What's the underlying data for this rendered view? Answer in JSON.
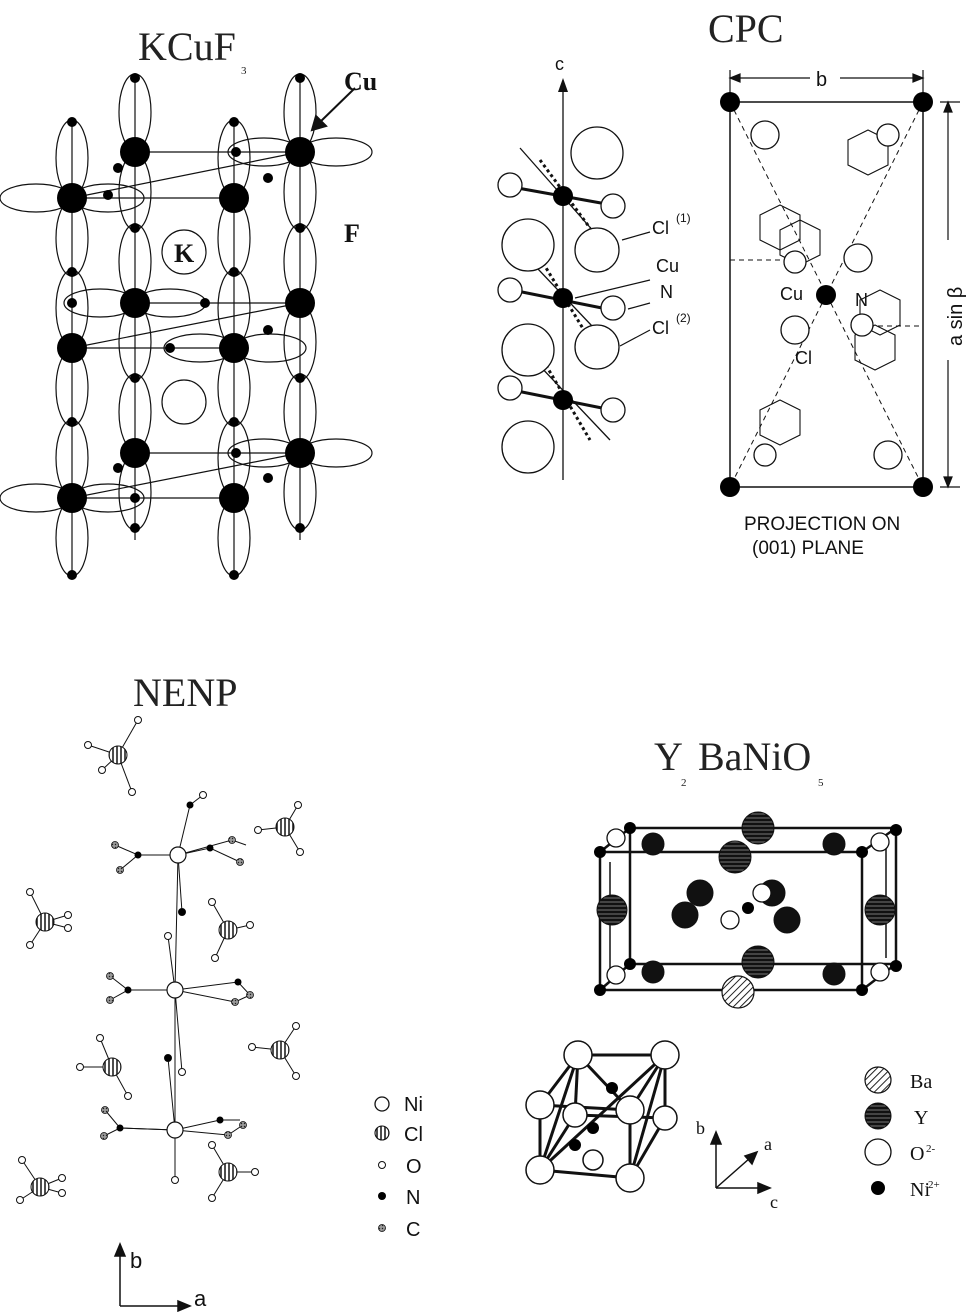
{
  "panels": {
    "kcuf3": {
      "title_main": "KCuF",
      "title_sub": "3",
      "label_cu": "Cu",
      "label_f": "F",
      "label_k": "K"
    },
    "cpc": {
      "title": "CPC",
      "axis_c": "c",
      "label_cl1": "Cl",
      "label_cl1_sup": "(1)",
      "label_cu": "Cu",
      "label_n": "N",
      "label_cl2": "Cl",
      "label_cl2_sup": "(2)",
      "dim_b": "b",
      "dim_asinb": "a sin β",
      "proj_cu": "Cu",
      "proj_n": "N",
      "proj_cl": "Cl",
      "caption_line1": "PROJECTION ON",
      "caption_line2": "(001) PLANE"
    },
    "nenp": {
      "title": "NENP",
      "legend": [
        "Ni",
        "Cl",
        "O",
        "N",
        "C"
      ],
      "axis_b": "b",
      "axis_a": "a"
    },
    "y2banio5": {
      "title_y": "Y",
      "title_y_sub": "2",
      "title_mid": "BaNiO",
      "title_o_sub": "5",
      "legend": [
        {
          "label": "Ba",
          "sup": ""
        },
        {
          "label": "Y",
          "sup": ""
        },
        {
          "label": "O",
          "sup": "2-"
        },
        {
          "label": "Ni",
          "sup": "2+"
        }
      ],
      "axis_b": "b",
      "axis_a": "a",
      "axis_c": "c"
    }
  }
}
